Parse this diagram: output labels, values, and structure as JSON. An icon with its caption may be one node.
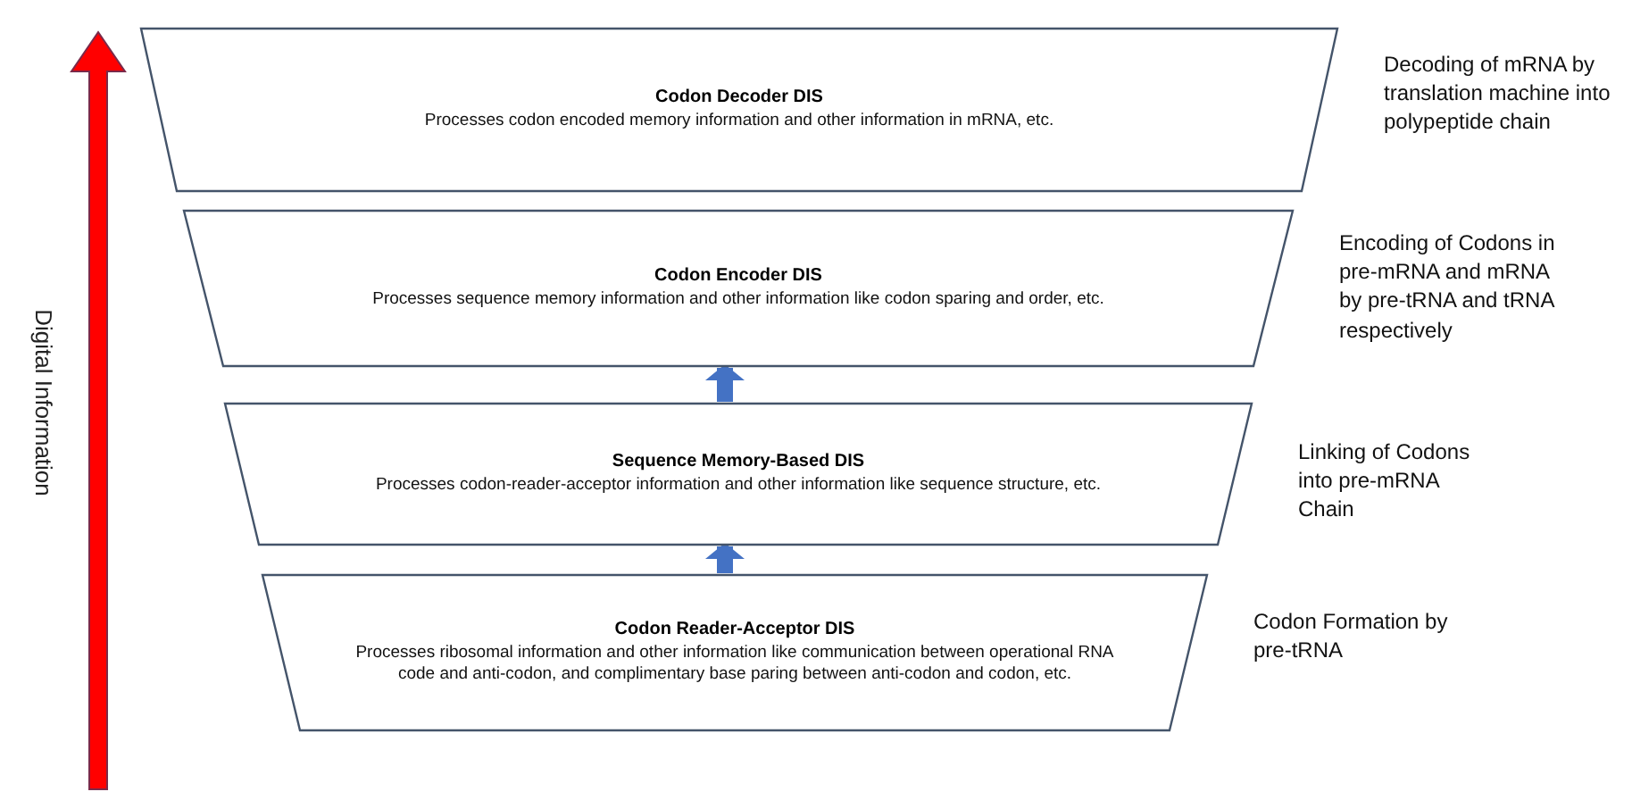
{
  "diagram": {
    "nodes": [
      {
        "text": [
          "Codon Decoder DIS",
          "Processes codon encoded memory information and other information in mRNA, etc."
        ],
        "beside": [
          "Decoding of mRNA by translation machine into polypeptide chain"
        ]
      },
      {
        "text": [
          "Codon Encoder DIS",
          "Processes sequence memory information and other information like codon sparing and order, etc."
        ],
        "beside": [
          "Encoding of Codons in pre-mRNA and mRNA by pre-tRNA and tRNA respectively"
        ]
      },
      {
        "text": [
          "Sequence Memory-Based DIS",
          "Processes codon-reader-acceptor information and other information like sequence structure, etc."
        ],
        "beside": [
          "Linking of Codons into pre-mRNA Chain"
        ]
      },
      {
        "text": [
          "Codon Reader-Acceptor DIS",
          "Processes ribosomal information and other information like communication between operational RNA code and anti-codon, and complimentary base paring between anti-codon and codon, etc."
        ],
        "beside": [
          "Codon Formation by pre-tRNA"
        ]
      }
    ],
    "edges": [
      {
        "from": 3,
        "to": 2,
        "arrow": "to"
      },
      {
        "from": 2,
        "to": 1,
        "arrow": "to"
      }
    ],
    "labels": [
      "Digital Information"
    ]
  }
}
